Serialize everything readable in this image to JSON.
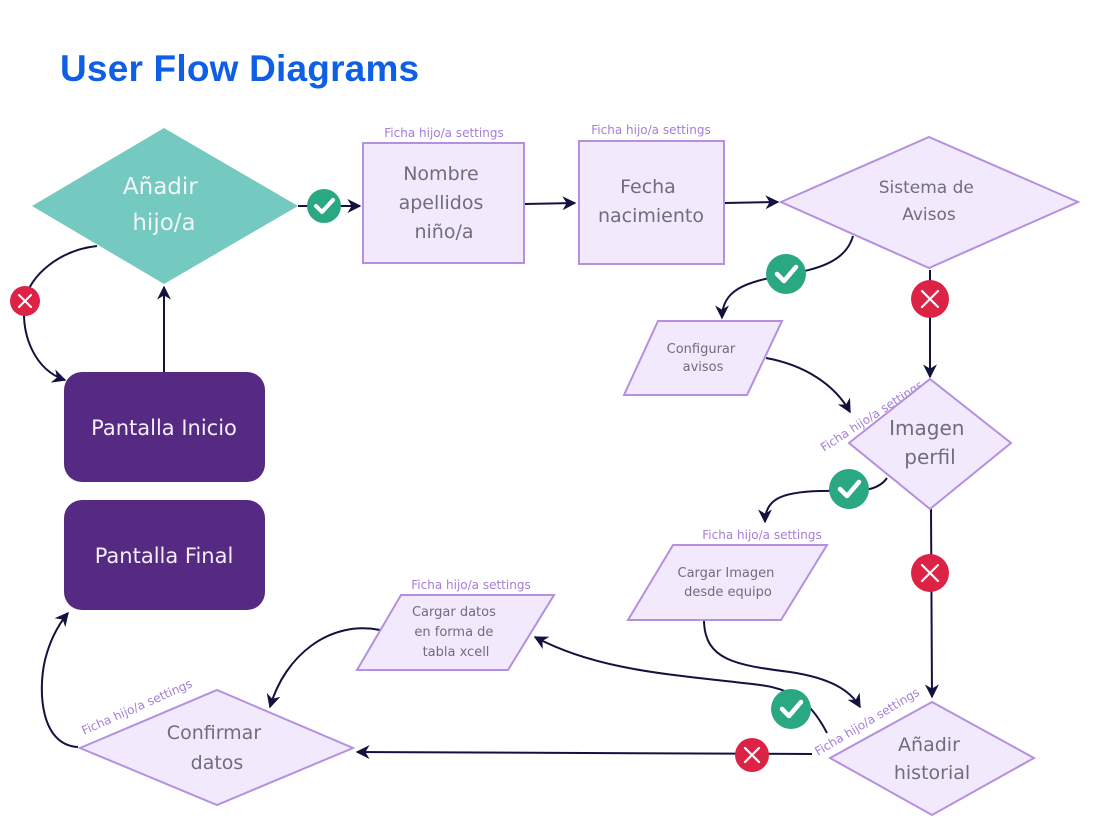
{
  "header": {
    "title": "User Flow Diagrams"
  },
  "colors": {
    "title": "#0f5fe6",
    "start_decision": "#74c9c0",
    "screen": "#562a82",
    "step_fill": "#f2e9fc",
    "step_border": "#b58fe0",
    "caption": "#a57ed6",
    "edge": "#13123f",
    "yes": "#2aa882",
    "no": "#dc2346"
  },
  "nodes": {
    "anadir_hijo": {
      "type": "decision",
      "lines": [
        "Añadir",
        "hijo/a"
      ]
    },
    "nombre": {
      "type": "process",
      "caption": "Ficha hijo/a settings",
      "lines": [
        "Nombre",
        "apellidos",
        "niño/a"
      ]
    },
    "fecha": {
      "type": "process",
      "caption": "Ficha hijo/a settings",
      "lines": [
        "Fecha",
        "nacimiento"
      ]
    },
    "sistema_avisos": {
      "type": "decision",
      "lines": [
        "Sistema de",
        "Avisos"
      ]
    },
    "configurar_avisos": {
      "type": "io",
      "lines": [
        "Configurar",
        "avisos"
      ]
    },
    "imagen_perfil": {
      "type": "decision",
      "caption": "Ficha hijo/a settings",
      "lines": [
        "Imagen",
        "perfil"
      ]
    },
    "cargar_imagen": {
      "type": "io",
      "caption": "Ficha hijo/a settings",
      "lines": [
        "Cargar Imagen",
        "desde equipo"
      ]
    },
    "anadir_historial": {
      "type": "decision",
      "caption": "Ficha hijo/a settings",
      "lines": [
        "Añadir",
        "historial"
      ]
    },
    "cargar_datos": {
      "type": "io",
      "caption": "Ficha hijo/a settings",
      "lines": [
        "Cargar datos",
        "en forma de",
        "tabla xcell"
      ]
    },
    "confirmar_datos": {
      "type": "decision",
      "caption": "Ficha hijo/a settings",
      "lines": [
        "Confirmar",
        "datos"
      ]
    },
    "pantalla_inicio": {
      "type": "terminal",
      "lines": [
        "Pantalla Inicio"
      ]
    },
    "pantalla_final": {
      "type": "terminal",
      "lines": [
        "Pantalla Final"
      ]
    }
  },
  "edges": [
    {
      "from": "pantalla_inicio",
      "to": "anadir_hijo",
      "label": ""
    },
    {
      "from": "anadir_hijo",
      "to": "pantalla_inicio",
      "label": "no"
    },
    {
      "from": "anadir_hijo",
      "to": "nombre",
      "label": "yes"
    },
    {
      "from": "nombre",
      "to": "fecha",
      "label": ""
    },
    {
      "from": "fecha",
      "to": "sistema_avisos",
      "label": ""
    },
    {
      "from": "sistema_avisos",
      "to": "configurar_avisos",
      "label": "yes"
    },
    {
      "from": "sistema_avisos",
      "to": "imagen_perfil",
      "label": "no"
    },
    {
      "from": "configurar_avisos",
      "to": "imagen_perfil",
      "label": ""
    },
    {
      "from": "imagen_perfil",
      "to": "cargar_imagen",
      "label": "yes"
    },
    {
      "from": "imagen_perfil",
      "to": "anadir_historial",
      "label": "no"
    },
    {
      "from": "cargar_imagen",
      "to": "anadir_historial",
      "label": ""
    },
    {
      "from": "anadir_historial",
      "to": "cargar_datos",
      "label": "yes"
    },
    {
      "from": "anadir_historial",
      "to": "confirmar_datos",
      "label": "no"
    },
    {
      "from": "cargar_datos",
      "to": "confirmar_datos",
      "label": ""
    },
    {
      "from": "confirmar_datos",
      "to": "pantalla_final",
      "label": ""
    }
  ],
  "icons": {
    "yes": "check-circle-icon",
    "no": "x-circle-icon"
  }
}
